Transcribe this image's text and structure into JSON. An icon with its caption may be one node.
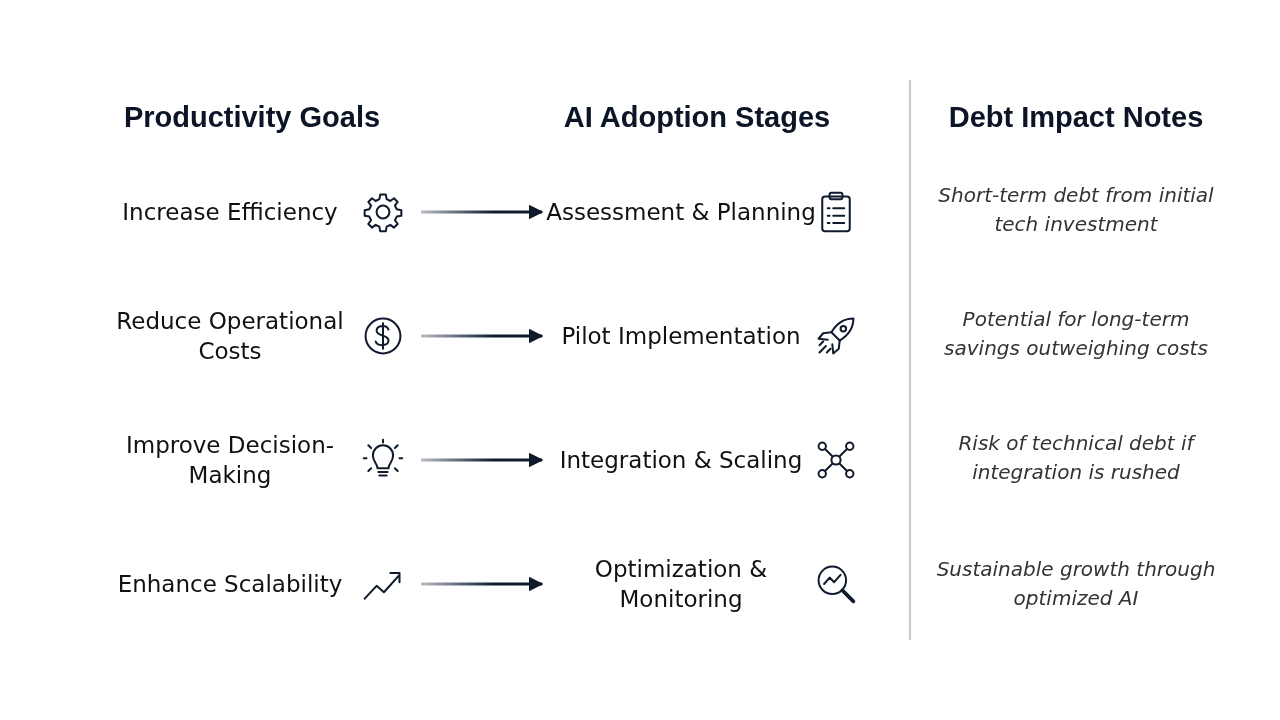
{
  "diagram": {
    "nodes": [
      {
        "text": [
          "Increase Efficiency"
        ]
      },
      {
        "text": [
          "Reduce Operational Costs"
        ]
      },
      {
        "text": [
          "Improve Decision-Making"
        ]
      },
      {
        "text": [
          "Enhance Scalability"
        ]
      },
      {
        "text": [
          "Assessment & Planning"
        ]
      },
      {
        "text": [
          "Pilot Implementation"
        ]
      },
      {
        "text": [
          "Integration & Scaling"
        ]
      },
      {
        "text": [
          "Optimization & Monitoring"
        ]
      }
    ],
    "edges": [
      {
        "from": 0,
        "to": 4,
        "arrow": "to"
      },
      {
        "from": 1,
        "to": 5,
        "arrow": "to"
      },
      {
        "from": 2,
        "to": 6,
        "arrow": "to"
      },
      {
        "from": 3,
        "to": 7,
        "arrow": "to"
      }
    ],
    "labels": [
      "Productivity Goals",
      "AI Adoption Stages",
      "Debt Impact Notes",
      "Short-term debt from initial tech investment",
      "Potential for long-term savings outweighing costs",
      "Risk of technical debt if integration is rushed",
      "Sustainable growth through optimized AI"
    ]
  }
}
